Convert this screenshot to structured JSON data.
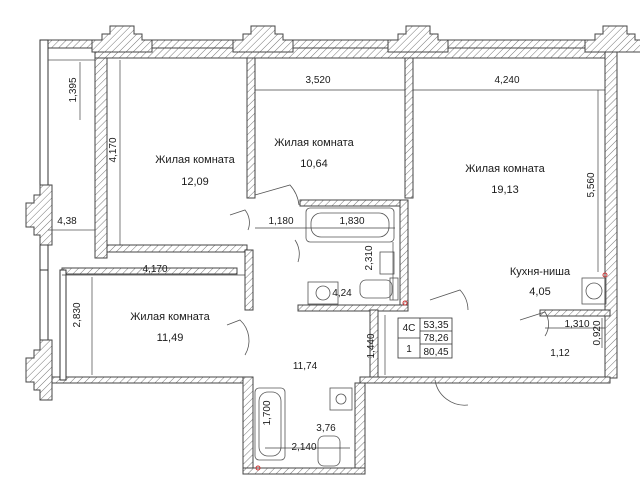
{
  "rooms": [
    {
      "name": "Жилая комната",
      "area": "12,09"
    },
    {
      "name": "Жилая комната",
      "area": "10,64"
    },
    {
      "name": "Жилая комната",
      "area": "19,13"
    },
    {
      "name": "Жилая комната",
      "area": "11,49"
    },
    {
      "name": "Кухня-ниша",
      "area": "4,05"
    }
  ],
  "areas": {
    "balcony": "4,38",
    "hall": "4,24",
    "corridor": "11,74",
    "bathroom": "3,76",
    "storage": "1,12"
  },
  "dims": {
    "d1395": "1,395",
    "d3520": "3,520",
    "d4240": "4,240",
    "d4170a": "4,170",
    "d5560": "5,560",
    "d1180": "1,180",
    "d1830": "1,830",
    "d2310": "2,310",
    "d4170b": "4,170",
    "d2830": "2,830",
    "d1440": "1,440",
    "d1310": "1,310",
    "d0920": "0,920",
    "d1700": "1,700",
    "d2140": "2,140"
  },
  "apt_table": {
    "type": "4С",
    "number": "1",
    "living": "53,35",
    "total": "78,26",
    "total_with_balcony": "80,45"
  }
}
